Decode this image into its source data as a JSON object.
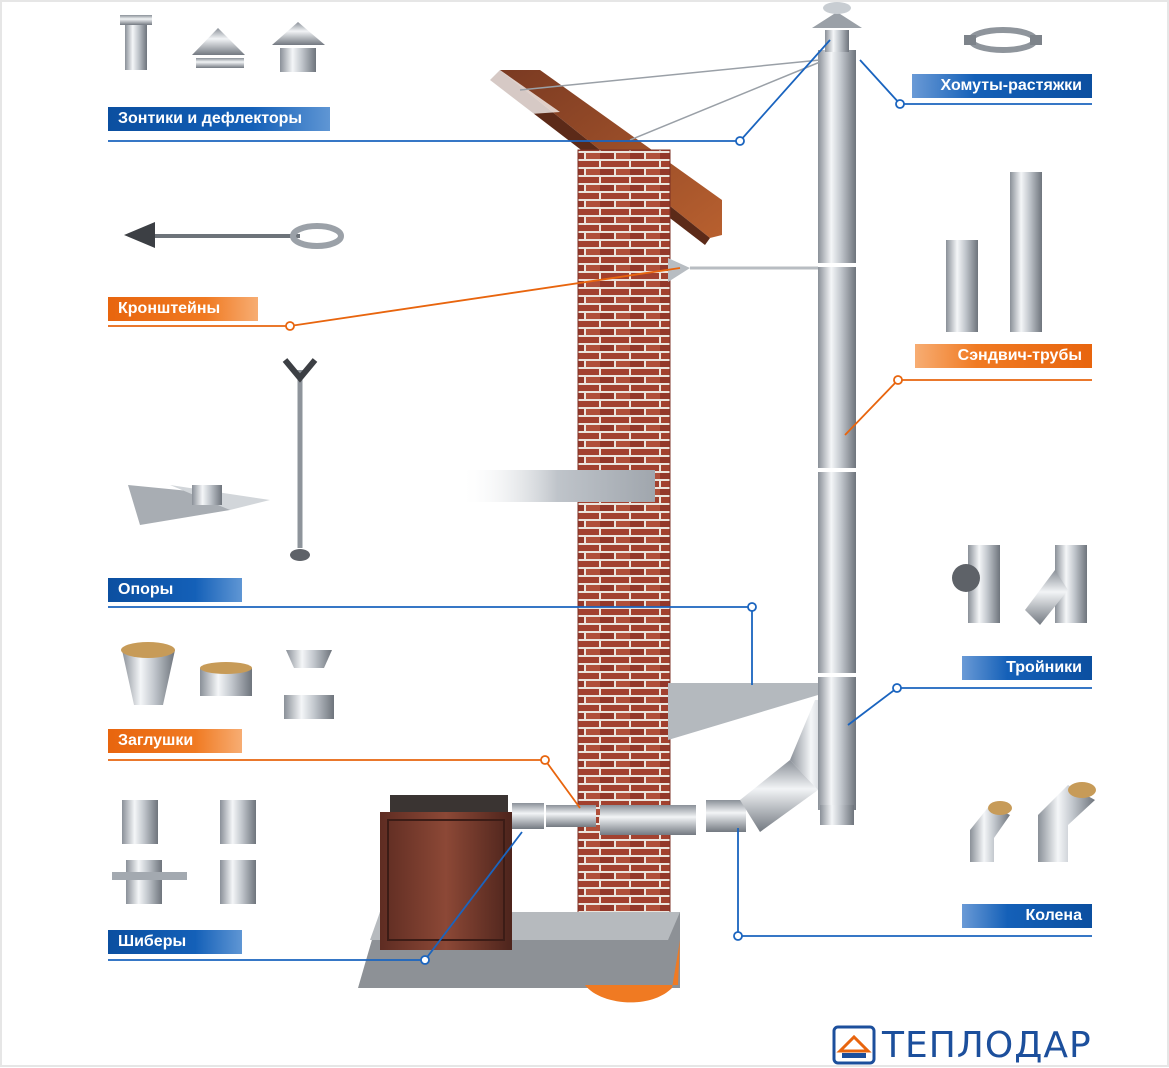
{
  "labels": {
    "umbrellas": "Зонтики и дефлекторы",
    "clamps": "Хомуты-растяжки",
    "brackets": "Кронштейны",
    "sandwich": "Сэндвич-трубы",
    "supports": "Опоры",
    "tees": "Тройники",
    "caps": "Заглушки",
    "dampers": "Шиберы",
    "elbows": "Колена"
  },
  "brand": {
    "name": "ТЕПЛОДАР",
    "color": "#1c4f9c"
  },
  "colors": {
    "blue_label": "#0b4fa0",
    "orange_label": "#f07a22",
    "brick": "#9e3d2d",
    "steel": "#c9ced4"
  }
}
